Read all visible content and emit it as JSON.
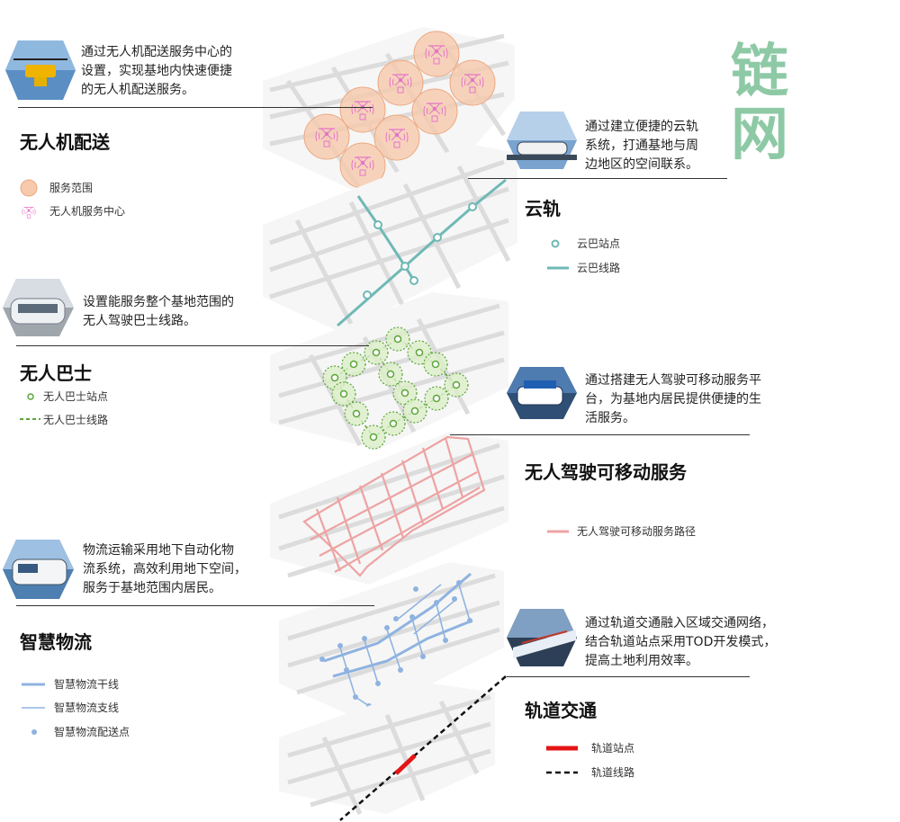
{
  "title_chars": [
    "链",
    "网"
  ],
  "colors": {
    "title": "#8ec9a6",
    "drone_fill": "#f7c9ad",
    "drone_icon": "#e476c8",
    "cloud_rail": "#6fb9b6",
    "bus": "#5ba53a",
    "mobile": "#eda3a3",
    "logistics": "#8fb3e0",
    "rail_station": "#e51515",
    "rail_line": "#111111"
  },
  "sections": {
    "drone": {
      "title": "无人机配送",
      "desc": [
        "通过无人机配送服务中心的",
        "设置，实现基地内快速便捷",
        "的无人机配送服务。"
      ],
      "legend": [
        "服务范围",
        "无人机服务中心"
      ],
      "icon": "drone-photo"
    },
    "cloud_rail": {
      "title": "云轨",
      "desc": [
        "通过建立便捷的云轨",
        "系统，打通基地与周",
        "边地区的空间联系。"
      ],
      "legend": [
        "云巴站点",
        "云巴线路"
      ],
      "icon": "monorail-photo"
    },
    "bus": {
      "title": "无人巴士",
      "desc": [
        "设置能服务整个基地范围的",
        "无人驾驶巴士线路。"
      ],
      "legend": [
        "无人巴士站点",
        "无人巴士线路"
      ],
      "icon": "bus-photo"
    },
    "mobile": {
      "title": "无人驾驶可移动服务",
      "desc": [
        "通过搭建无人驾驶可移动服务平",
        "台，为基地内居民提供便捷的生",
        "活服务。"
      ],
      "legend": [
        "无人驾驶可移动服务路径"
      ],
      "icon": "car-photo"
    },
    "logistics": {
      "title": "智慧物流",
      "desc": [
        "物流运输采用地下自动化物",
        "流系统，高效利用地下空间，",
        "服务于基地范围内居民。"
      ],
      "legend": [
        "智慧物流干线",
        "智慧物流支线",
        "智慧物流配送点"
      ],
      "icon": "logistics-van-photo"
    },
    "rail": {
      "title": "轨道交通",
      "desc": [
        "通过轨道交通融入区域交通网络，",
        "结合轨道站点采用TOD开发模式，",
        "提高土地利用效率。"
      ],
      "legend": [
        "轨道站点",
        "轨道线路"
      ],
      "icon": "train-photo"
    }
  }
}
